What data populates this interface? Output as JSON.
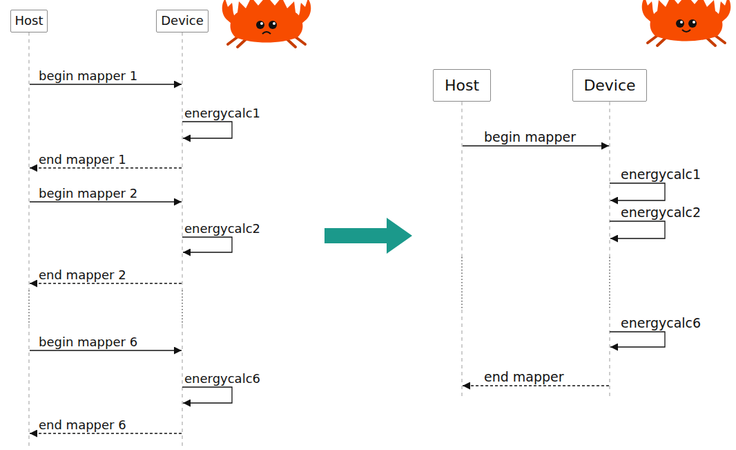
{
  "diagram": {
    "nodes": [
      {
        "text": [
          "Host"
        ]
      },
      {
        "text": [
          "Device"
        ]
      },
      {
        "text": [
          "Host"
        ]
      },
      {
        "text": [
          "Device"
        ]
      }
    ],
    "edges": [
      {
        "from": 0,
        "to": 1,
        "arrow": "to",
        "label": "begin mapper 1"
      },
      {
        "from": 1,
        "to": 1,
        "arrow": "to",
        "label": "energycalc1"
      },
      {
        "from": 1,
        "to": 0,
        "arrow": "to",
        "label": "end mapper 1"
      },
      {
        "from": 0,
        "to": 1,
        "arrow": "to",
        "label": "begin mapper 2"
      },
      {
        "from": 1,
        "to": 1,
        "arrow": "to",
        "label": "energycalc2"
      },
      {
        "from": 1,
        "to": 0,
        "arrow": "to",
        "label": "end mapper 2"
      },
      {
        "from": 0,
        "to": 1,
        "arrow": "to",
        "label": "begin mapper 6"
      },
      {
        "from": 1,
        "to": 1,
        "arrow": "to",
        "label": "energycalc6"
      },
      {
        "from": 1,
        "to": 0,
        "arrow": "to",
        "label": "end mapper 6"
      },
      {
        "from": 2,
        "to": 3,
        "arrow": "to",
        "label": "begin mapper"
      },
      {
        "from": 3,
        "to": 3,
        "arrow": "to",
        "label": "energycalc1"
      },
      {
        "from": 3,
        "to": 3,
        "arrow": "to",
        "label": "energycalc2"
      },
      {
        "from": 3,
        "to": 3,
        "arrow": "to",
        "label": "energycalc6"
      },
      {
        "from": 3,
        "to": 2,
        "arrow": "to",
        "label": "end mapper"
      }
    ]
  }
}
